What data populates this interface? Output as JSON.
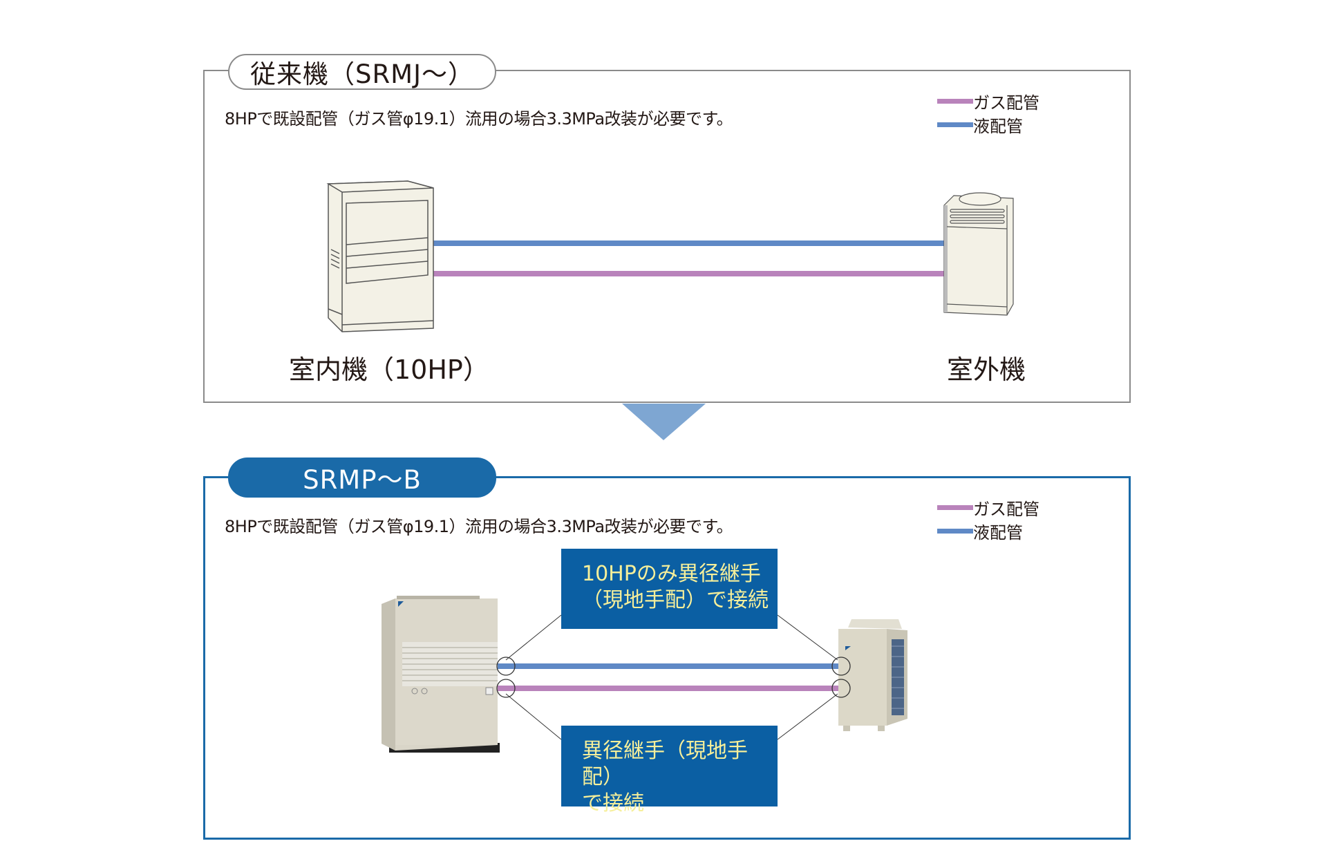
{
  "colors": {
    "gas_pipe": "#b983bb",
    "liquid_pipe": "#5f89c6",
    "old_frame": "#8a8a8a",
    "new_frame": "#1a6aa8",
    "arrow": "#7ea6d2",
    "callout_bg": "#0b5fa3",
    "callout_text": "#f6ef9a"
  },
  "legend": {
    "gas": "ガス配管",
    "liquid": "液配管"
  },
  "old_system": {
    "title": "従来機（SRMJ～）",
    "note": "8HPで既設配管（ガス管φ19.1）流用の場合3.3MPa改装が必要です。",
    "indoor_label": "室内機（10HP）",
    "outdoor_label": "室外機"
  },
  "new_system": {
    "title": "SRMP～B",
    "note": "8HPで既設配管（ガス管φ19.1）流用の場合3.3MPa改装が必要です。",
    "callout_top": [
      "10HPのみ異径継手",
      "（現地手配）で接続"
    ],
    "callout_bottom": [
      "異径継手（現地手配）",
      "で接続"
    ]
  },
  "icons": {
    "indoor_unit_old": "indoor-unit-illustration",
    "outdoor_unit_old": "outdoor-unit-illustration",
    "indoor_unit_new": "indoor-unit-photo",
    "outdoor_unit_new": "outdoor-unit-photo",
    "transition_arrow": "down-triangle"
  }
}
